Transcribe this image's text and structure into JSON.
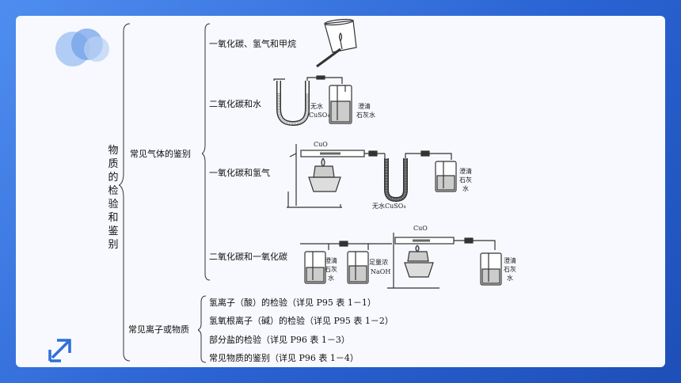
{
  "title": "物质的检验和鉴别",
  "branches": {
    "gas": "常见气体的鉴别",
    "ion": "常见离子或物质"
  },
  "gas_items": [
    "一氧化碳、氢气和甲烷",
    "二氧化碳和水",
    "一氧化碳和氢气",
    "二氧化碳和一氧化碳"
  ],
  "apparatus_labels": {
    "anhydrous_cuso4_a": "无水",
    "anhydrous_cuso4_b": "CuSO₄",
    "limewater_1": "澄清",
    "limewater_2": "石灰水",
    "cuo_1": "CuO",
    "anhydrous_cuso4_c": "无水CuSO₄",
    "limewater_3a": "澄清",
    "limewater_3b": "石灰",
    "limewater_3c": "水",
    "limewater_4a": "澄清",
    "limewater_4b": "石灰",
    "limewater_4c": "水",
    "naoh_a": "足量浓",
    "naoh_b": "NaOH",
    "cuo_2": "CuO",
    "limewater_5a": "澄清",
    "limewater_5b": "石灰",
    "limewater_5c": "水"
  },
  "ion_items": [
    "氢离子（酸）的检验（详见 P95 表 1－1）",
    "氢氧根离子（碱）的检验（详见 P95 表 1－2）",
    "部分盐的检验（详见 P96 表 1－3）",
    "常见物质的鉴别（详见 P96 表 1－4）"
  ],
  "colors": {
    "accent": "#2f6fd8",
    "apparatus": "#333333"
  }
}
